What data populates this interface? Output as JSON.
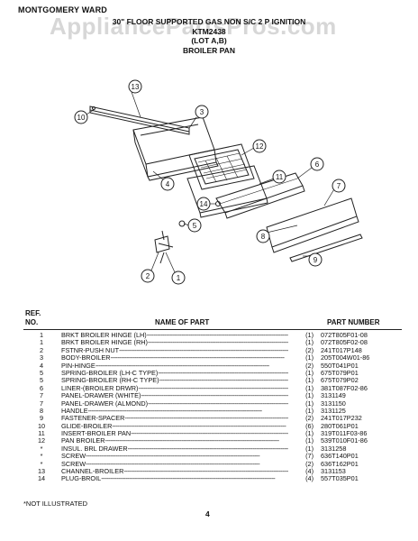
{
  "brand": "MONTGOMERY WARD",
  "watermark": "AppliancePartsPros.com",
  "header": {
    "line1": "30\" FLOOR SUPPORTED GAS NON S/C 2 P IGNITION",
    "line2": "KTM2438",
    "line3": "(LOT A,B)",
    "line4": "BROILER PAN"
  },
  "diagram": {
    "callouts": [
      "13",
      "10",
      "3",
      "12",
      "4",
      "11",
      "6",
      "7",
      "14",
      "5",
      "8",
      "9",
      "2",
      "1"
    ]
  },
  "table": {
    "ref_label_1": "REF.",
    "ref_label_2": "NO.",
    "name_label": "NAME OF PART",
    "number_label": "PART NUMBER",
    "rows": [
      {
        "ref": "1",
        "name": "BRKT BROILER HINGE (LH)",
        "qty": "(1)",
        "part": "072T805F01-08"
      },
      {
        "ref": "1",
        "name": "BRKT BROILER HINGE (RH)",
        "qty": "(1)",
        "part": "072T805F02-08"
      },
      {
        "ref": "2",
        "name": "FSTNR-PUSH NUT",
        "qty": "(2)",
        "part": "241T017P148"
      },
      {
        "ref": "3",
        "name": "BODY-BROILER",
        "qty": "(1)",
        "part": "205T004W01-86"
      },
      {
        "ref": "4",
        "name": "PIN-HINGE",
        "qty": "(2)",
        "part": "550T041P01"
      },
      {
        "ref": "5",
        "name": "SPRING-BROILER (LH-C TYPE)",
        "qty": "(1)",
        "part": "675T079P01"
      },
      {
        "ref": "5",
        "name": "SPRING-BROILER (RH-C TYPE)",
        "qty": "(1)",
        "part": "675T079P02"
      },
      {
        "ref": "6",
        "name": "LINER-(BROILER DRWR)",
        "qty": "(1)",
        "part": "381T087F02-86"
      },
      {
        "ref": "7",
        "name": "PANEL-DRAWER (WHITE)",
        "qty": "(1)",
        "part": "3131149"
      },
      {
        "ref": "7",
        "name": "PANEL-DRAWER (ALMOND)",
        "qty": "(1)",
        "part": "3131150"
      },
      {
        "ref": "8",
        "name": "HANDLE",
        "qty": "(1)",
        "part": "3131125"
      },
      {
        "ref": "9",
        "name": "FASTENER-SPACER",
        "qty": "(2)",
        "part": "241T017P232"
      },
      {
        "ref": "10",
        "name": "GLIDE-BROILER",
        "qty": "(6)",
        "part": "280T061P01"
      },
      {
        "ref": "11",
        "name": "INSERT-BROILER PAN",
        "qty": "(1)",
        "part": "319T011F03-86"
      },
      {
        "ref": "12",
        "name": "PAN BROILER",
        "qty": "(1)",
        "part": "539T010F01-86"
      },
      {
        "ref": "*",
        "name": "INSUL. BRL DRAWER",
        "qty": "(1)",
        "part": "3131258"
      },
      {
        "ref": "*",
        "name": "SCREW",
        "qty": "(7)",
        "part": "636T140P01"
      },
      {
        "ref": "*",
        "name": "SCREW",
        "qty": "(2)",
        "part": "636T162P01"
      },
      {
        "ref": "13",
        "name": "CHANNEL-BROILER",
        "qty": "(4)",
        "part": "3131153"
      },
      {
        "ref": "14",
        "name": "PLUG-BROIL",
        "qty": "(4)",
        "part": "557T035P01"
      }
    ]
  },
  "footnote": "*NOT ILLUSTRATED",
  "page_number": "4"
}
